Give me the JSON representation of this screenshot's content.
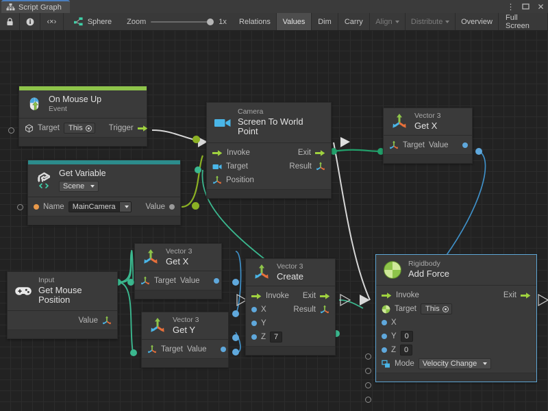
{
  "window": {
    "tab_label": "Script Graph",
    "tab_icon": "graph-icon",
    "controls": {
      "menu": "⋮",
      "maximize": "❐",
      "close": "✕"
    }
  },
  "toolbar": {
    "lock_icon": "lock-icon",
    "info_icon": "info-icon",
    "code_label": "‹×›",
    "object_name": "Sphere",
    "object_icon": "graph-asset-icon",
    "zoom_label": "Zoom",
    "zoom_value": "1x",
    "buttons": [
      {
        "label": "Relations",
        "state": "normal"
      },
      {
        "label": "Values",
        "state": "active"
      },
      {
        "label": "Dim",
        "state": "normal"
      },
      {
        "label": "Carry",
        "state": "normal"
      },
      {
        "label": "Align",
        "state": "dimmed",
        "caret": true
      },
      {
        "label": "Distribute",
        "state": "dimmed",
        "caret": true
      },
      {
        "label": "Overview",
        "state": "normal"
      },
      {
        "label": "Full Screen",
        "state": "normal"
      }
    ]
  },
  "nodes": {
    "on_mouse_up": {
      "subtitle": "On Mouse Up",
      "title": "Event",
      "accent": "#8ec44a",
      "icon": "mouse-up-icon",
      "target_label": "Target",
      "target_value": "This",
      "trigger_label": "Trigger"
    },
    "get_variable": {
      "subtitle": "Get Variable",
      "title": "Scene",
      "accent": "#2c8c8c",
      "icon": "unity-variable-icon",
      "name_label": "Name",
      "name_value": "MainCamera",
      "value_label": "Value"
    },
    "screen_to_world_point": {
      "subtitle": "Camera",
      "title": "Screen To World Point",
      "icon": "camera-icon",
      "invoke_label": "Invoke",
      "exit_label": "Exit",
      "target_label": "Target",
      "result_label": "Result",
      "position_label": "Position"
    },
    "vector3_get_x_top": {
      "subtitle": "Vector 3",
      "title": "Get X",
      "icon": "vector3-icon",
      "target_label": "Target",
      "value_label": "Value"
    },
    "vector3_get_x_mid": {
      "subtitle": "Vector 3",
      "title": "Get X",
      "icon": "vector3-icon",
      "target_label": "Target",
      "value_label": "Value"
    },
    "vector3_get_y": {
      "subtitle": "Vector 3",
      "title": "Get Y",
      "icon": "vector3-icon",
      "target_label": "Target",
      "value_label": "Value"
    },
    "get_mouse_position": {
      "subtitle": "Input",
      "title": "Get Mouse Position",
      "icon": "gamepad-icon",
      "value_label": "Value"
    },
    "vector3_create": {
      "subtitle": "Vector 3",
      "title": "Create",
      "icon": "vector3-icon",
      "invoke_label": "Invoke",
      "exit_label": "Exit",
      "x_label": "X",
      "y_label": "Y",
      "z_label": "Z",
      "z_value": "7",
      "result_label": "Result"
    },
    "add_force": {
      "subtitle": "Rigidbody",
      "title": "Add Force",
      "icon": "rigidbody-icon",
      "invoke_label": "Invoke",
      "exit_label": "Exit",
      "target_label": "Target",
      "target_value": "This",
      "x_label": "X",
      "y_label": "Y",
      "y_value": "0",
      "z_label": "Z",
      "z_value": "0",
      "mode_label": "Mode",
      "mode_value": "Velocity Change",
      "selected": true
    }
  },
  "colors": {
    "accent_green": "#8ec44a",
    "accent_teal": "#2c8c8c",
    "flow_white": "#d8d8d8",
    "value_blue": "#5fa8dc",
    "value_green": "#3bb88f",
    "value_olive": "#8bb024",
    "canvas_bg": "#222222",
    "node_bg": "#3a3a3a",
    "selection": "#5fa7d6"
  }
}
